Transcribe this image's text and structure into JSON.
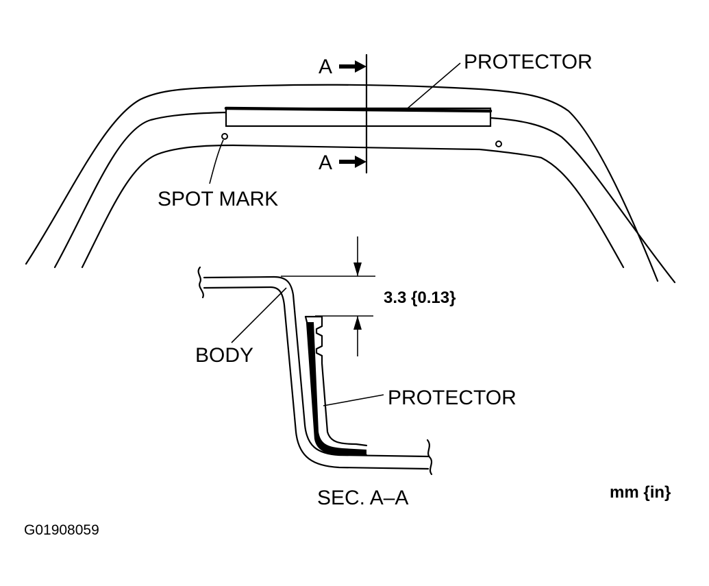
{
  "labels": {
    "protector_top": "PROTECTOR",
    "section_a_top": "A",
    "section_a_bottom": "A",
    "spot_mark": "SPOT MARK",
    "dimension": "3.3 {0.13}",
    "body": "BODY",
    "protector_section": "PROTECTOR",
    "section_title": "SEC. A–A",
    "units": "mm {in}",
    "figure_code": "G01908059"
  }
}
